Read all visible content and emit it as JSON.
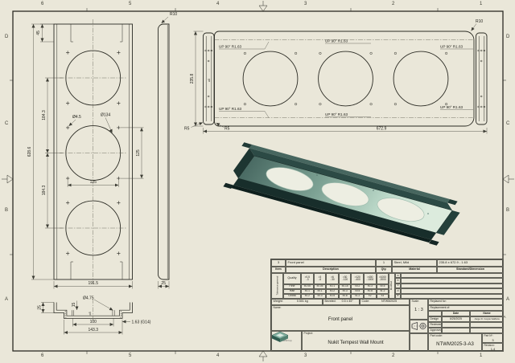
{
  "sheet": {
    "bg": "#eae7d9"
  },
  "border": {
    "cols": [
      "6",
      "5",
      "4",
      "3",
      "2",
      "1"
    ],
    "rows": [
      "D",
      "C",
      "B",
      "A"
    ],
    "zone_marker": "A"
  },
  "front_view": {
    "dim_top_tab": "45",
    "dim_pitch_1": "184.3",
    "dim_pitch_2": "184.3",
    "dim_height": "628.6",
    "dia_hole": "Ø4.5",
    "dia_opening": "Ø134",
    "dim_hole_pitch_v": "125",
    "dim_hole_pitch_h": "125",
    "dim_width": "191.5"
  },
  "side_view": {
    "radius": "R10",
    "dim_depth": "25"
  },
  "top_view": {
    "radius": "R10",
    "dim_height": "235.8",
    "radius_left_1": "R5",
    "radius_left_2": "R5",
    "dim_length": "672.9",
    "bend_note": "UP 90° R1.63",
    "flange_mark": "⌀8"
  },
  "section_view": {
    "dim_lip": "25",
    "dim_tab": "15",
    "dia_hole": "Ø4.75",
    "dim_hole_pitch": "100",
    "dim_web": "143.3",
    "thickness": "1.63 (G14)",
    "mark": "⌀8"
  },
  "title_block": {
    "item_row": {
      "no": "3",
      "description": "Front panel",
      "qty": "1",
      "material": "Steel, Mild",
      "standard": "235.8 x 672.9 - 1.63"
    },
    "headers": {
      "item": "Item",
      "description": "Description",
      "qty": "Qty.",
      "material": "Material",
      "standard": "Standard/Dimension"
    },
    "tolerance": {
      "side_label": "Tolerance general",
      "quality": "Quality",
      "modified": "Modified",
      "ranges_top": [
        ">0.5",
        ">3",
        ">6",
        ">30",
        ">120",
        ">400",
        ">1000"
      ],
      "ranges_bot": [
        "..3",
        "..6",
        "..30",
        "..120",
        "..400",
        "..1000",
        "..2000"
      ],
      "rows": [
        {
          "name": "Fine",
          "vals": [
            "±0.05",
            "±0.05",
            "±0.1",
            "±0.15",
            "±0.2",
            "±0.3",
            "±0.5"
          ]
        },
        {
          "name": "Half",
          "vals": [
            "±0.1",
            "±0.1",
            "±0.2",
            "±0.3",
            "±0.5",
            "±0.8",
            "±1.2"
          ]
        },
        {
          "name": "Gross",
          "vals": [
            "±0.2",
            "±0.3",
            "±0.5",
            "±0.8",
            "±1.2",
            "±2",
            "±3"
          ]
        }
      ],
      "mod_rows": [
        "a",
        "b",
        "c",
        "d",
        "e"
      ]
    },
    "weight_label": "Weight:",
    "weight": "0.501 kg",
    "bevel_label": "Beveled:",
    "bevel": "0.5 x 45°",
    "code_label": "Code:",
    "code": "NTWM2025",
    "name_label": "Name:",
    "part_name": "Front panel",
    "project_label": "Project:",
    "project": "Nukit Tempest Wall Mount",
    "logo_text": "ORSOup",
    "scale_label": "Scale:",
    "scale": "1 : 3",
    "replaced_for": "Replaced for:",
    "replacement_of": "Replacement of:",
    "col_date": "Date",
    "col_name": "Name",
    "row_design": "Design",
    "row_reviewed": "Reviewed",
    "row_approved": "Approved",
    "design_date": "6/25/2025",
    "design_name": "Jorge D. Goyta Valdivia",
    "part_code_label": "Part code:",
    "part_code": "NTWM2025-3-A3",
    "part_no_label": "Part Nº:",
    "part_no": "3",
    "revision_label": "Revision:",
    "revision": "1,4"
  }
}
